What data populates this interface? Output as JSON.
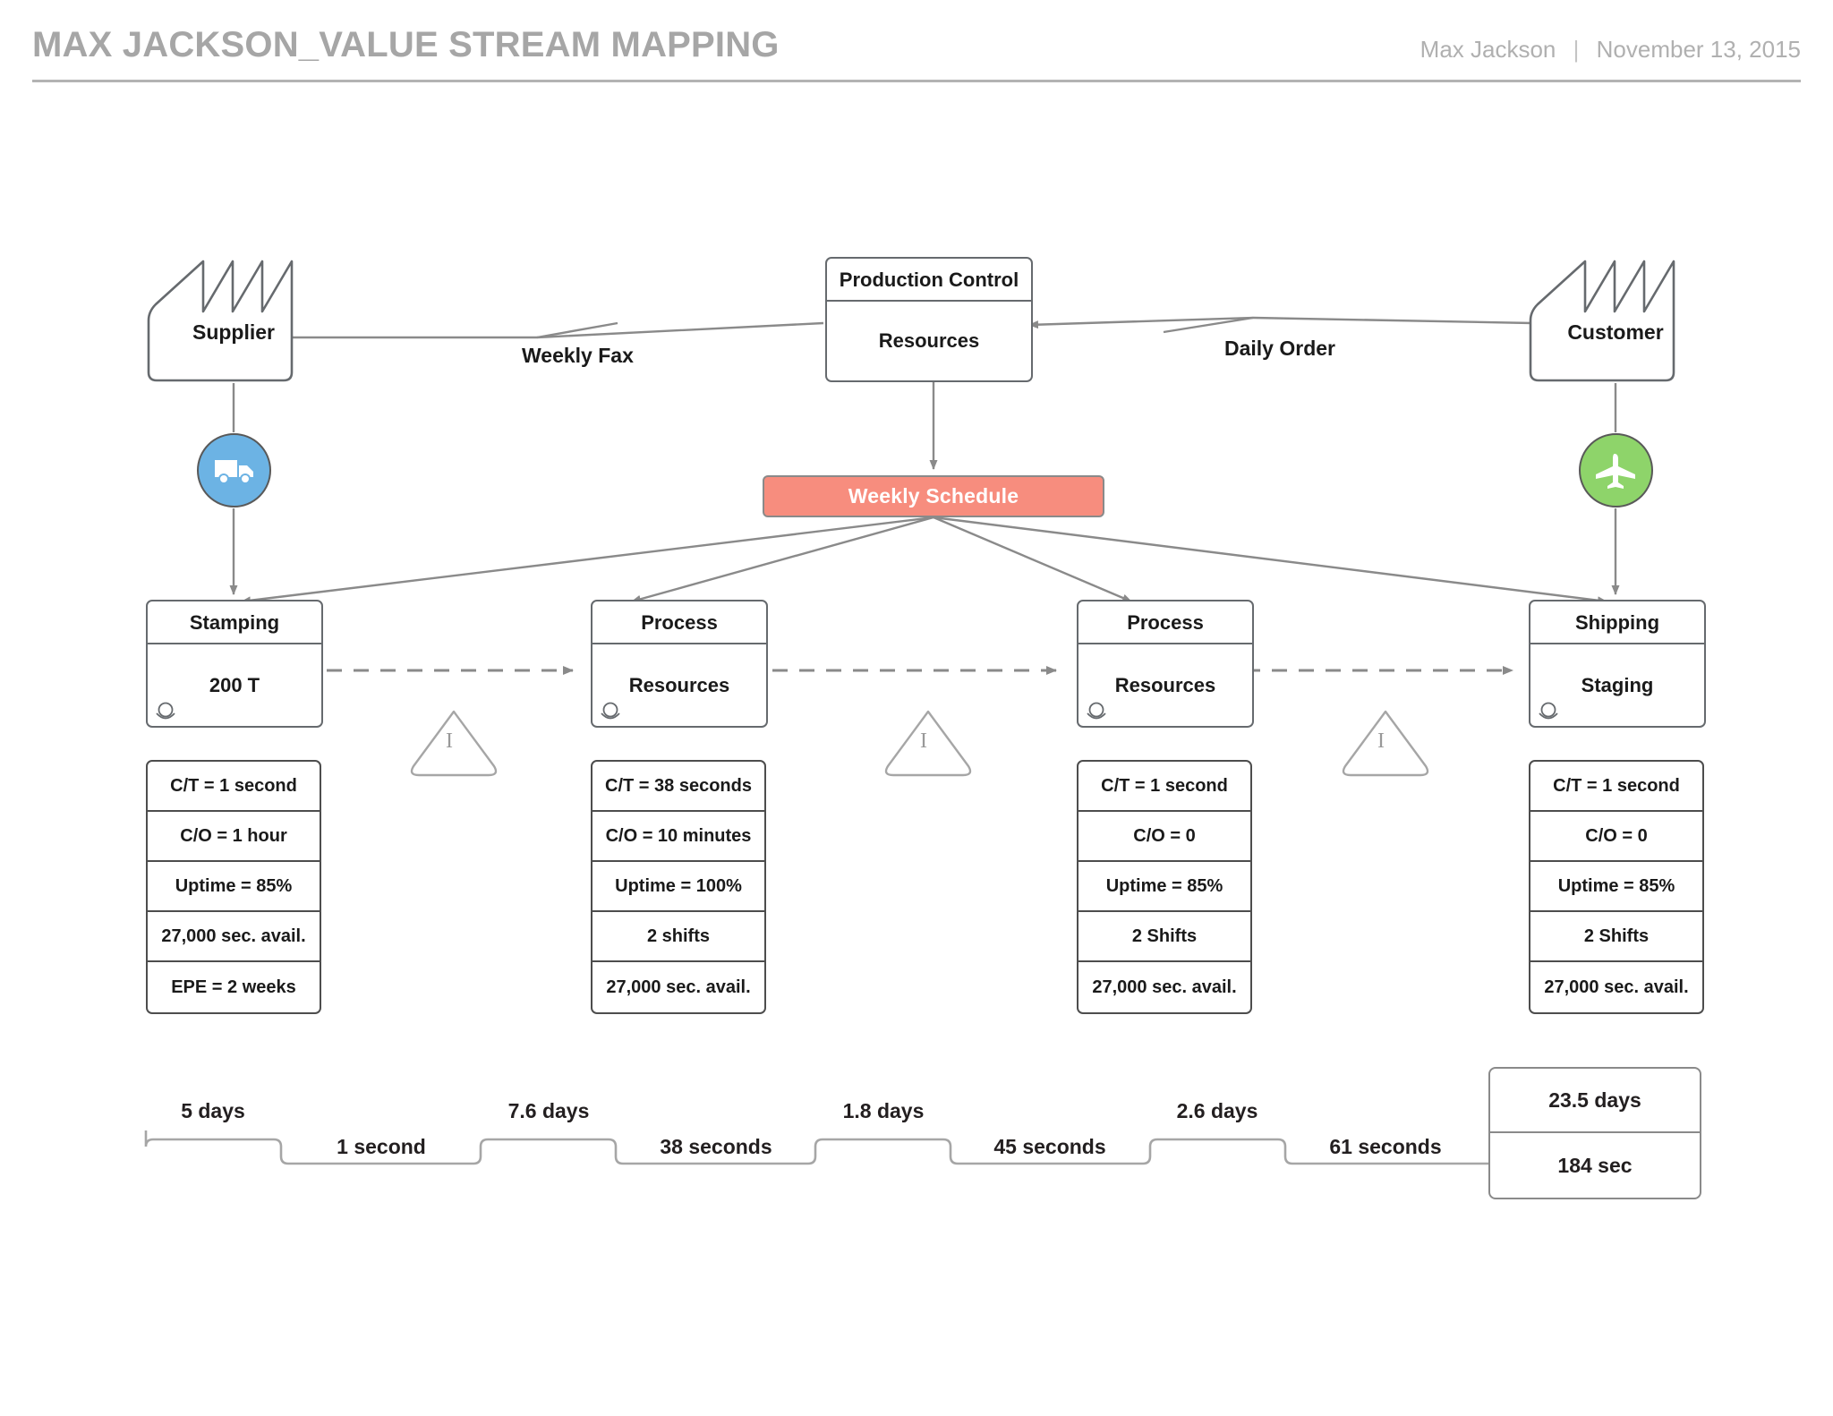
{
  "header": {
    "title": "MAX JACKSON_VALUE STREAM MAPPING",
    "author": "Max Jackson",
    "separator": "|",
    "date": "November 13, 2015"
  },
  "entities": {
    "supplier": {
      "label": "Supplier",
      "icon": "factory-icon"
    },
    "customer": {
      "label": "Customer",
      "icon": "factory-icon"
    },
    "production_control": {
      "title": "Production Control",
      "body": "Resources"
    },
    "weekly_schedule": {
      "label": "Weekly Schedule",
      "color": "#f78d7e"
    }
  },
  "info_flows": [
    {
      "label": "Weekly Fax",
      "from": "production-control",
      "to": "supplier"
    },
    {
      "label": "Daily Order",
      "from": "customer",
      "to": "production-control"
    }
  ],
  "transport": [
    {
      "icon": "truck-icon",
      "color": "#6cb3e4",
      "name": "inbound-shipment"
    },
    {
      "icon": "airplane-icon",
      "color": "#8ed46a",
      "name": "outbound-shipment"
    }
  ],
  "processes": [
    {
      "title": "Stamping",
      "body": "200 T",
      "operator_icon": "operator-icon",
      "data": [
        "C/T = 1 second",
        "C/O = 1 hour",
        "Uptime = 85%",
        "27,000 sec. avail.",
        "EPE = 2 weeks"
      ]
    },
    {
      "title": "Process",
      "body": "Resources",
      "operator_icon": "operator-icon",
      "data": [
        "C/T = 38 seconds",
        "C/O = 10 minutes",
        "Uptime = 100%",
        "2 shifts",
        "27,000 sec. avail."
      ]
    },
    {
      "title": "Process",
      "body": "Resources",
      "operator_icon": "operator-icon",
      "data": [
        "C/T = 1 second",
        "C/O = 0",
        "Uptime = 85%",
        "2 Shifts",
        "27,000 sec. avail."
      ]
    },
    {
      "title": "Shipping",
      "body": "Staging",
      "operator_icon": "operator-icon",
      "data": [
        "C/T = 1 second",
        "C/O = 0",
        "Uptime = 85%",
        "2 Shifts",
        "27,000 sec. avail."
      ]
    }
  ],
  "inventory_markers": [
    {
      "symbol": "I",
      "name": "inventory-triangle-1"
    },
    {
      "symbol": "I",
      "name": "inventory-triangle-2"
    },
    {
      "symbol": "I",
      "name": "inventory-triangle-3"
    }
  ],
  "timeline": {
    "lead_times": [
      "5 days",
      "7.6 days",
      "1.8 days",
      "2.6 days"
    ],
    "process_times": [
      "1 second",
      "38 seconds",
      "45 seconds",
      "61 seconds"
    ],
    "totals": {
      "lead_time": "23.5 days",
      "process_time": "184 sec"
    }
  }
}
